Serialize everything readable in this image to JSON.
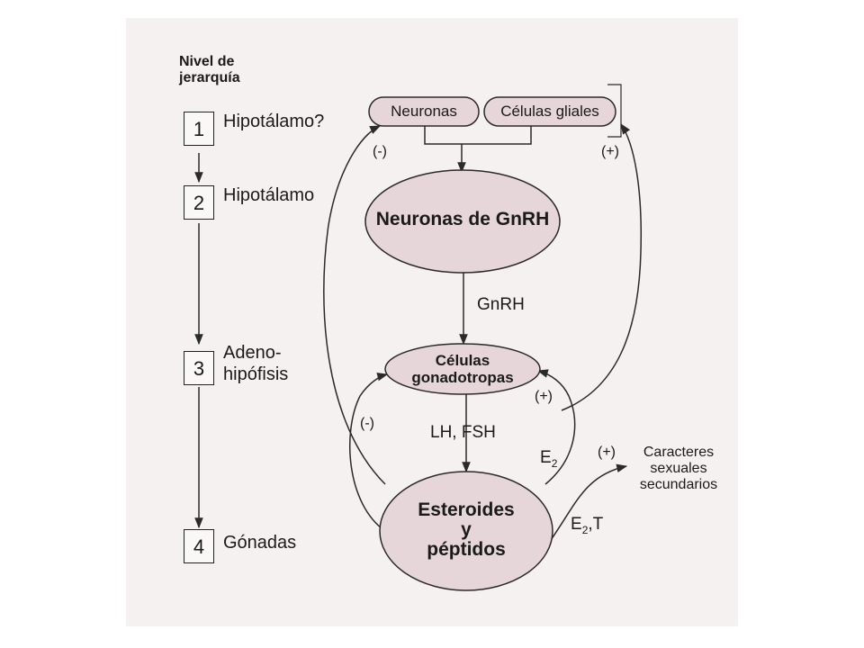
{
  "hierarchy": {
    "title_line1": "Nivel de",
    "title_line2": "jerarquía",
    "levels": [
      {
        "number": "1",
        "label": "Hipotálamo?"
      },
      {
        "number": "2",
        "label": "Hipotálamo"
      },
      {
        "number": "3",
        "label_line1": "Adeno-",
        "label_line2": "hipófisis"
      },
      {
        "number": "4",
        "label": "Gónadas"
      }
    ]
  },
  "nodes": {
    "neuronas": "Neuronas",
    "celulas_gliales": "Células gliales",
    "gnrh_neurons": "Neuronas de GnRH",
    "gonadotropas_line1": "Células",
    "gonadotropas_line2": "gonadotropas",
    "esteroides_line1": "Esteroides",
    "esteroides_line2": "y",
    "esteroides_line3": "péptidos"
  },
  "edge_labels": {
    "gnrh": "GnRH",
    "lh_fsh": "LH, FSH",
    "neg_top": "(-)",
    "pos_top": "(+)",
    "neg_mid": "(-)",
    "pos_mid": "(+)",
    "e2": "E",
    "e2_sub": "2",
    "e2t_e": "E",
    "e2t_sub": "2",
    "e2t_t": ",T",
    "pos_out": "(+)"
  },
  "output": {
    "line1": "Caracteres",
    "line2": "sexuales",
    "line3": "secundarios"
  },
  "colors": {
    "node_fill": "#e6d6d9",
    "node_stroke": "#2a2a2a",
    "line": "#2a2a2a"
  }
}
